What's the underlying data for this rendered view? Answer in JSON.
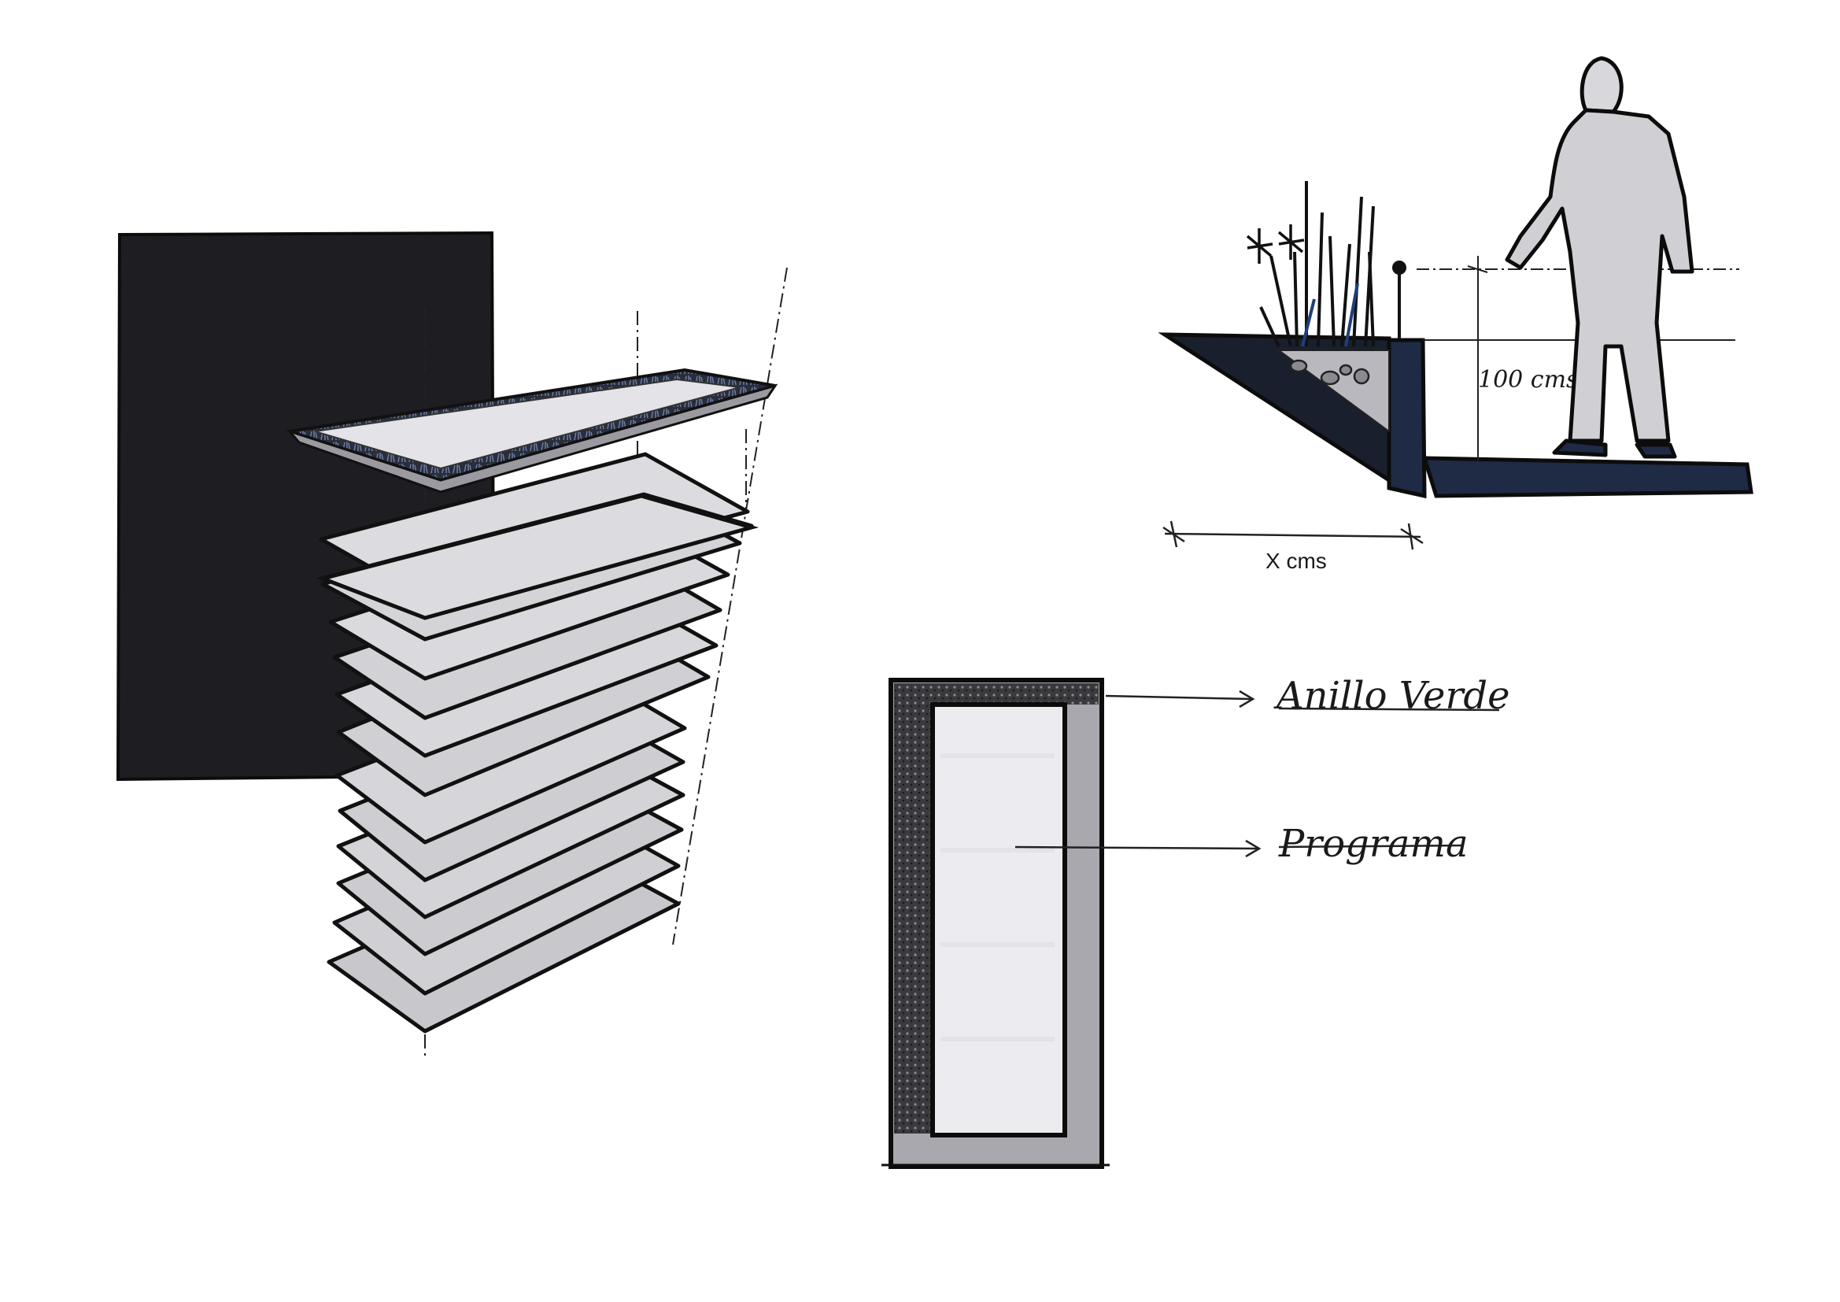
{
  "sketch": {
    "labels": {
      "green_ring": "Anillo Verde",
      "program": "Programa",
      "height_dimension": "100 cms.",
      "width_dimension": "X cms"
    },
    "colors": {
      "ink": "#111111",
      "marker_black": "#1e1e22",
      "marker_grey": "#bdbdc2",
      "paper": "#ffffff",
      "accent_blue": "#1f3e7a"
    },
    "figures": [
      "stacked-floor-plates-perspective",
      "section-with-planter-and-person",
      "plan-with-green-ring"
    ]
  }
}
